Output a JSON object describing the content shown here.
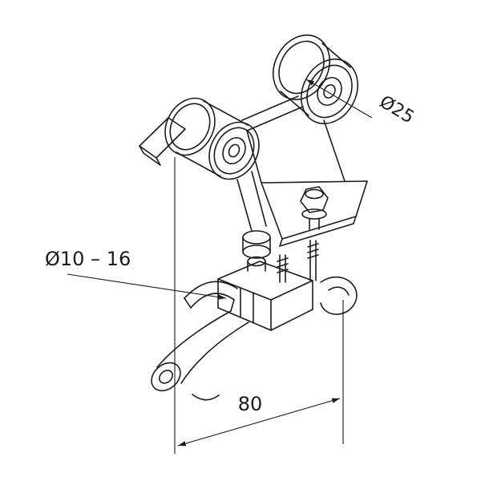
{
  "drawing": {
    "annotations": {
      "roller_diameter": "Ø25",
      "cable_diameter_range": "Ø10 – 16",
      "width_dimension": "80"
    },
    "colors": {
      "line": "#1c1c1c",
      "background": "#ffffff"
    }
  }
}
